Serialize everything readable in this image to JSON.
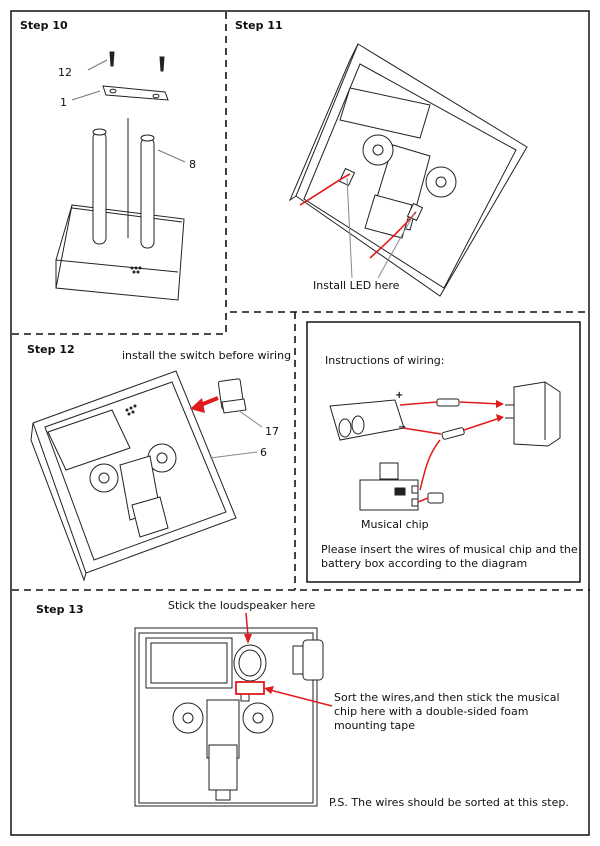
{
  "steps": {
    "s10": {
      "title": "Step 10",
      "parts": {
        "p12": "12",
        "p1": "1",
        "p8": "8"
      }
    },
    "s11": {
      "title": "Step 11",
      "note": "Install LED here"
    },
    "s12": {
      "title": "Step 12",
      "note": "install the switch before wiring",
      "parts": {
        "p17": "17",
        "p6": "6"
      }
    },
    "wiring": {
      "title": "Instructions of wiring:",
      "plus": "+",
      "minus": "−",
      "chip_label": "Musical chip",
      "desc_line1": "Please insert the wires of musical chip and the",
      "desc_line2": "battery box according to the diagram"
    },
    "s13": {
      "title": "Step 13",
      "speaker_note": "Stick the loudspeaker here",
      "sort_line1": "Sort the wires,and then stick the musical",
      "sort_line2": "chip here with a double-sided foam",
      "sort_line3": "mounting tape",
      "ps": "P.S. The wires should be sorted at this step."
    }
  },
  "colors": {
    "accent": "#e01b1b",
    "line": "#222222",
    "frame": "#111111"
  }
}
